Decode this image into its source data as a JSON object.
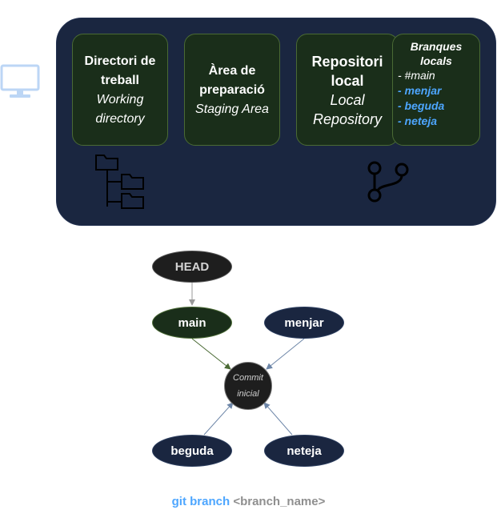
{
  "storage": {
    "working_directory": {
      "title": "Directori de treball",
      "subtitle": "Working directory"
    },
    "staging_area": {
      "title": "Àrea de preparació",
      "subtitle": "Staging Area"
    },
    "local_repository": {
      "title": "Repositori local",
      "subtitle": "Local Repository"
    },
    "local_branches": {
      "header": "Branques locals",
      "items": [
        "- #main",
        "- menjar",
        "- beguda",
        "- neteja"
      ]
    }
  },
  "graph": {
    "head": "HEAD",
    "main": "main",
    "menjar": "menjar",
    "beguda": "beguda",
    "neteja": "neteja",
    "commit_line1": "Commit",
    "commit_line2": "inicial"
  },
  "command": {
    "keyword": "git branch",
    "argument": "<branch_name>"
  },
  "colors": {
    "panel": "#1a2640",
    "box": "#1a2e1a",
    "highlight": "#4da6ff",
    "computer_icon": "#bcd6f5"
  },
  "icons": [
    "computer-icon",
    "folder-tree-icon",
    "git-branch-icon"
  ]
}
